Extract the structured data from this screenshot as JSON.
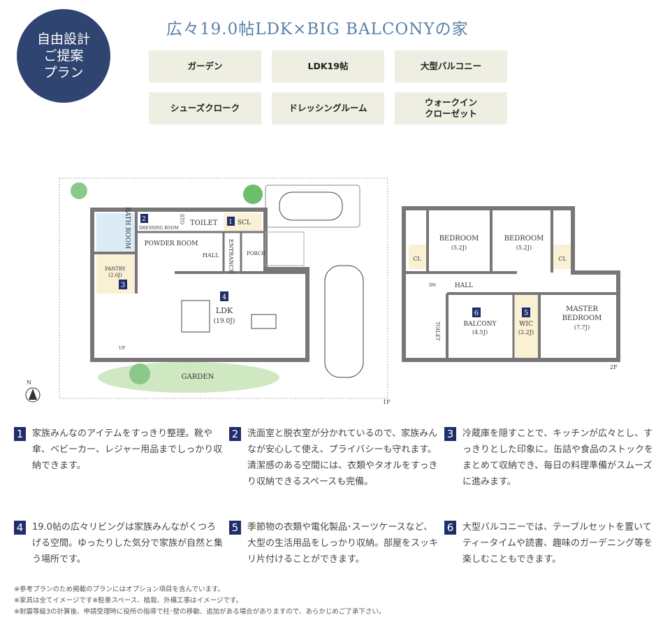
{
  "badge": "自由設計\nご提案\nプラン",
  "title": "広々19.0帖LDK×BIG BALCONYの家",
  "features": [
    "ガーデン",
    "LDK19帖",
    "大型バルコニー",
    "シューズクローク",
    "ドレッシングルーム",
    "ウォークイン\nクローゼット"
  ],
  "plan1f": {
    "bath": "BATH ROOM",
    "dressing": "DRESSING ROOM",
    "sto": "STO",
    "toilet": "TOILET",
    "scl": "SCL",
    "powder": "POWDER ROOM",
    "hall": "HALL",
    "entrance": "ENTRANCE",
    "porch": "PORCH",
    "pantry": "PANTRY",
    "pantry_size": "(2.0J)",
    "ldk": "LDK",
    "ldk_size": "(19.0J)",
    "up": "UP",
    "garden": "GARDEN",
    "floor": "1F",
    "n1": "1",
    "n2": "2",
    "n3": "3",
    "n4": "4",
    "north": "N"
  },
  "plan2f": {
    "bed1": "BEDROOM",
    "bed1_size": "(5.2J)",
    "bed2": "BEDROOM",
    "bed2_size": "(5.2J)",
    "cl1": "CL",
    "cl2": "CL",
    "dn": "DN",
    "hall": "HALL",
    "balcony": "BALCONY",
    "balcony_size": "(4.5J)",
    "wic": "WIC",
    "wic_size": "(2.2J)",
    "master1": "MASTER",
    "master2": "BEDROOM",
    "master_size": "(7.7J)",
    "toilet": "TOILET",
    "floor": "2F",
    "n5": "5",
    "n6": "6"
  },
  "descriptions": [
    {
      "num": "1",
      "text": "家族みんなのアイテムをすっきり整理。靴や傘、ベビーカー、レジャー用品までしっかり収納できます。"
    },
    {
      "num": "2",
      "text": "洗面室と脱衣室が分かれているので、家族みんなが安心して使え、プライバシーも守れます。清潔感のある空間には、衣類やタオルをすっきり収納できるスペースも完備。"
    },
    {
      "num": "3",
      "text": "冷蔵庫を隠すことで、キッチンが広々とし、すっきりとした印象に。缶詰や食品のストックをまとめて収納でき、毎日の料理準備がスムーズに進みます。"
    },
    {
      "num": "4",
      "text": "19.0帖の広々リビングは家族みんながくつろげる空間。ゆったりした気分で家族が自然と集う場所です。"
    },
    {
      "num": "5",
      "text": "季節物の衣類や電化製品･スーツケースなど、大型の生活用品をしっかり収納。部屋をスッキリ片付けることができます。"
    },
    {
      "num": "6",
      "text": "大型バルコニーでは、テーブルセットを置いてティータイムや読書、趣味のガーデニング等を楽しむこともできます。"
    }
  ],
  "notes": [
    "※参考プランのため掲載のプランにはオプション項目を含んでいます。",
    "※家具は全てイメージです※駐車スペース、植栽、外構工事はイメージです。",
    "※耐震等級3の計算後、申請受理時に役所の指導で柱･壁の移動、追加がある場合がありますので、あらかじめご了承下さい。"
  ]
}
